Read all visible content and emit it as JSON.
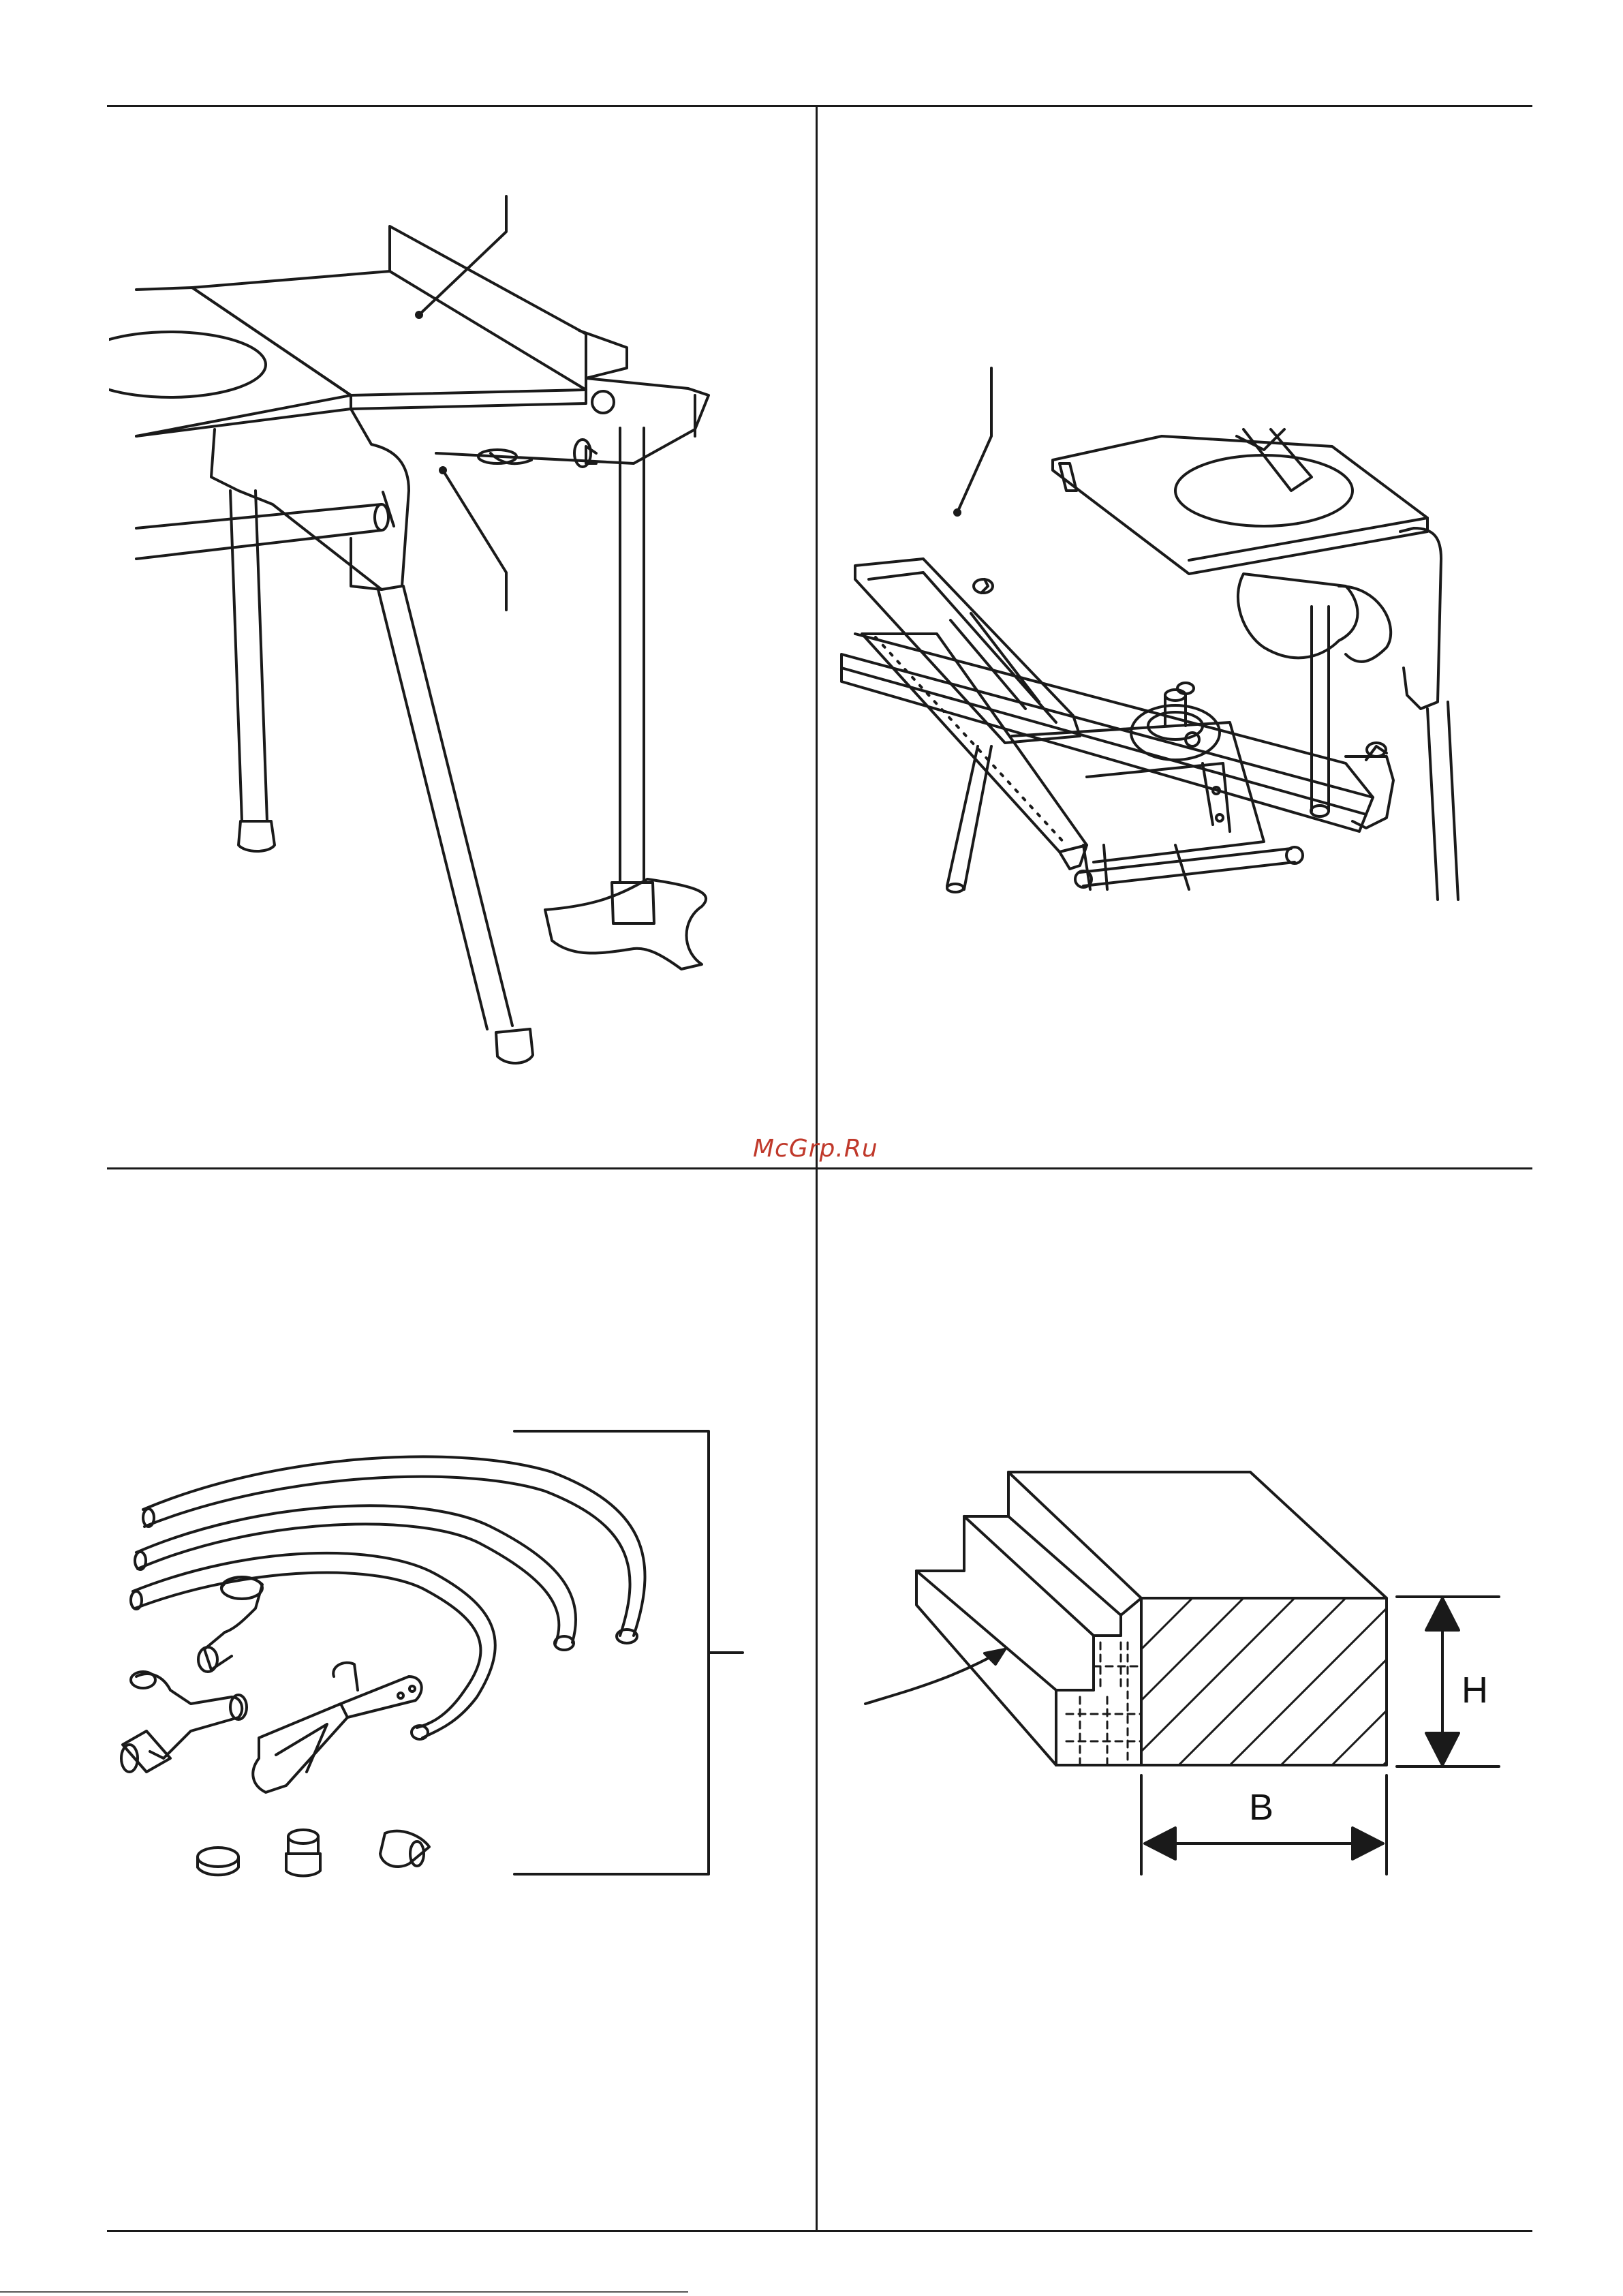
{
  "watermark": {
    "text": "McGrp.Ru"
  },
  "figures": {
    "top_left": {
      "icon": "table-extension-icon"
    },
    "top_right": {
      "icon": "sliding-carriage-icon"
    },
    "bottom_left": {
      "icon": "dust-extraction-kit-icon"
    },
    "bottom_right": {
      "icon": "workpiece-profile-icon",
      "height_label": "H",
      "width_label": "B"
    }
  },
  "colors": {
    "line": "#1a1a1a",
    "watermark": "#c0392b"
  }
}
